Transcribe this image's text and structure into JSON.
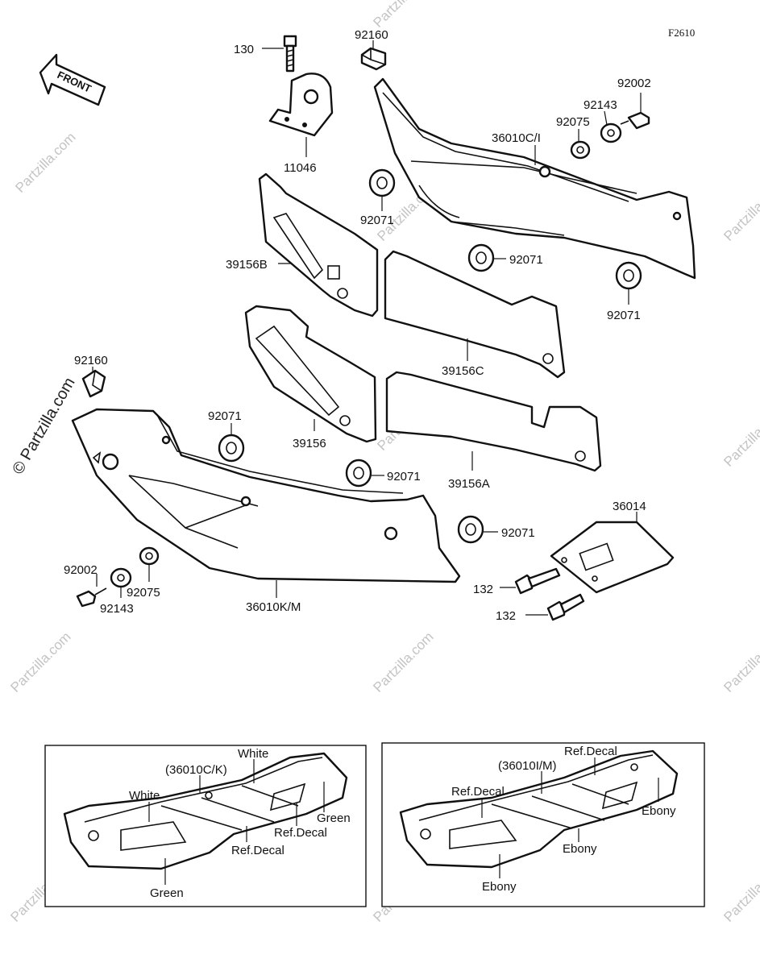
{
  "figure_code": "F2610",
  "front_arrow": "FRONT",
  "watermark": "© Partzilla.com",
  "watermark_short": "Partzilla.com",
  "parts": {
    "p130": "130",
    "p92160_top": "92160",
    "p11046": "11046",
    "p92002_top": "92002",
    "p92143_top": "92143",
    "p92075_top": "92075",
    "p36010CI": "36010C/I",
    "p92071_a": "92071",
    "p39156B": "39156B",
    "p92071_b": "92071",
    "p92071_c": "92071",
    "p39156C": "39156C",
    "p92160_left": "92160",
    "p92071_d": "92071",
    "p39156": "39156",
    "p92071_e": "92071",
    "p39156A": "39156A",
    "p36014": "36014",
    "p92071_f": "92071",
    "p92002_bot": "92002",
    "p92075_bot": "92075",
    "p92143_bot": "92143",
    "p36010KM": "36010K/M",
    "p132_a": "132",
    "p132_b": "132"
  },
  "inset_left": {
    "ref": "(36010C/K)",
    "white_1": "White",
    "white_2": "White",
    "green_1": "Green",
    "green_2": "Green",
    "ref_decal_1": "Ref.Decal",
    "ref_decal_2": "Ref.Decal"
  },
  "inset_right": {
    "ref": "(36010I/M)",
    "ref_decal_1": "Ref.Decal",
    "ref_decal_2": "Ref.Decal",
    "ebony_1": "Ebony",
    "ebony_2": "Ebony",
    "ebony_3": "Ebony"
  },
  "colors": {
    "line": "#111111",
    "watermark": "#c4c4c4",
    "background": "#ffffff"
  }
}
